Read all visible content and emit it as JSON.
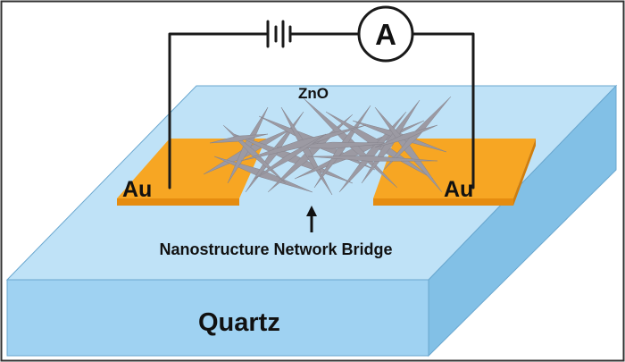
{
  "labels": {
    "material": "ZnO",
    "electrode_left": "Au",
    "electrode_right": "Au",
    "bridge": "Nanostructure Network Bridge",
    "substrate": "Quartz",
    "meter_symbol": "A"
  },
  "colors": {
    "substrate_top": "#bfe2f7",
    "substrate_front": "#9fd2f2",
    "substrate_side": "#82c0e6",
    "substrate_edge": "#6aa7cf",
    "electrode_top": "#f7a623",
    "electrode_front": "#e58c10",
    "nanowire": "#9c9aa3",
    "wire": "#1a1a1a",
    "border": "#333333"
  }
}
